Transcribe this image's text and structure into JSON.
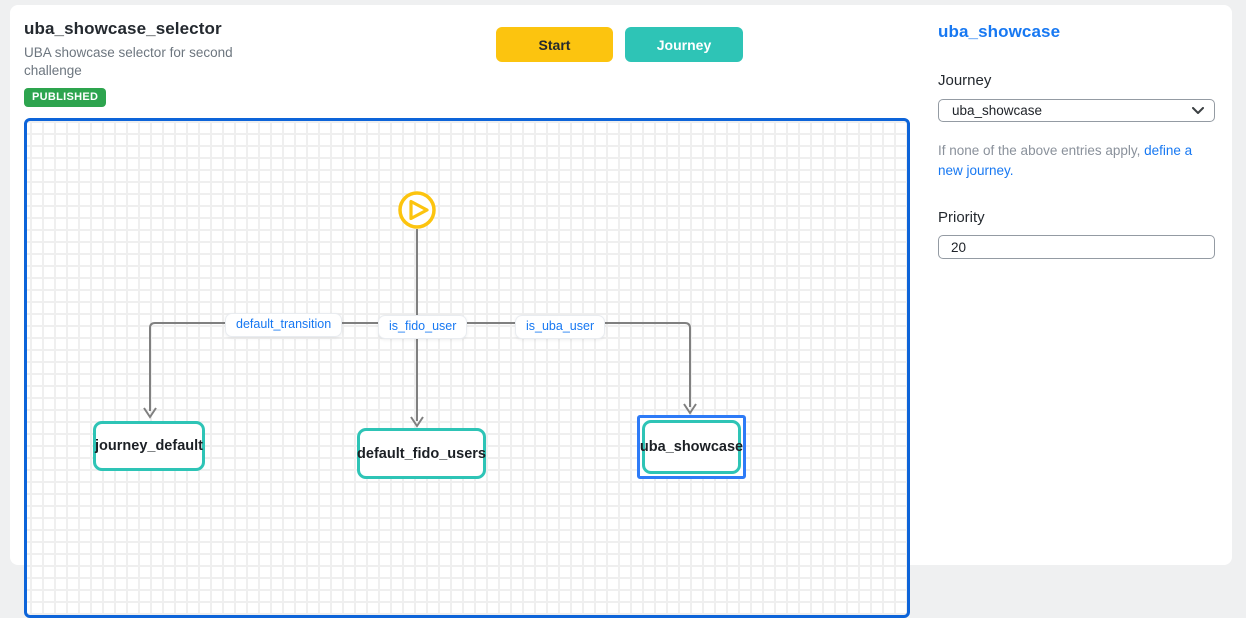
{
  "header": {
    "title": "uba_showcase_selector",
    "subtitle": "UBA showcase selector for second challenge",
    "status_badge": "PUBLISHED",
    "buttons": {
      "start": "Start",
      "journey": "Journey"
    }
  },
  "canvas": {
    "start_icon": "play-icon",
    "edge_labels": [
      {
        "label": "default_transition"
      },
      {
        "label": "is_fido_user"
      },
      {
        "label": "is_uba_user"
      }
    ],
    "nodes": [
      {
        "label": "journey_default",
        "selected": false
      },
      {
        "label": "default_fido_users",
        "selected": false
      },
      {
        "label": "uba_showcase",
        "selected": true
      }
    ]
  },
  "panel": {
    "title": "uba_showcase",
    "journey_label": "Journey",
    "journey_select_value": "uba_showcase",
    "helper_text_prefix": "If none of the above entries apply, ",
    "helper_link": "define a new journey.",
    "priority_label": "Priority",
    "priority_value": "20"
  },
  "colors": {
    "accent_yellow": "#FCC40F",
    "accent_teal": "#2EC4B6",
    "badge_green": "#2DA44E",
    "link_blue": "#1778F2",
    "canvas_border_blue": "#0D64D9",
    "selection_blue": "#2E7BF7",
    "edge_gray": "#808080"
  }
}
